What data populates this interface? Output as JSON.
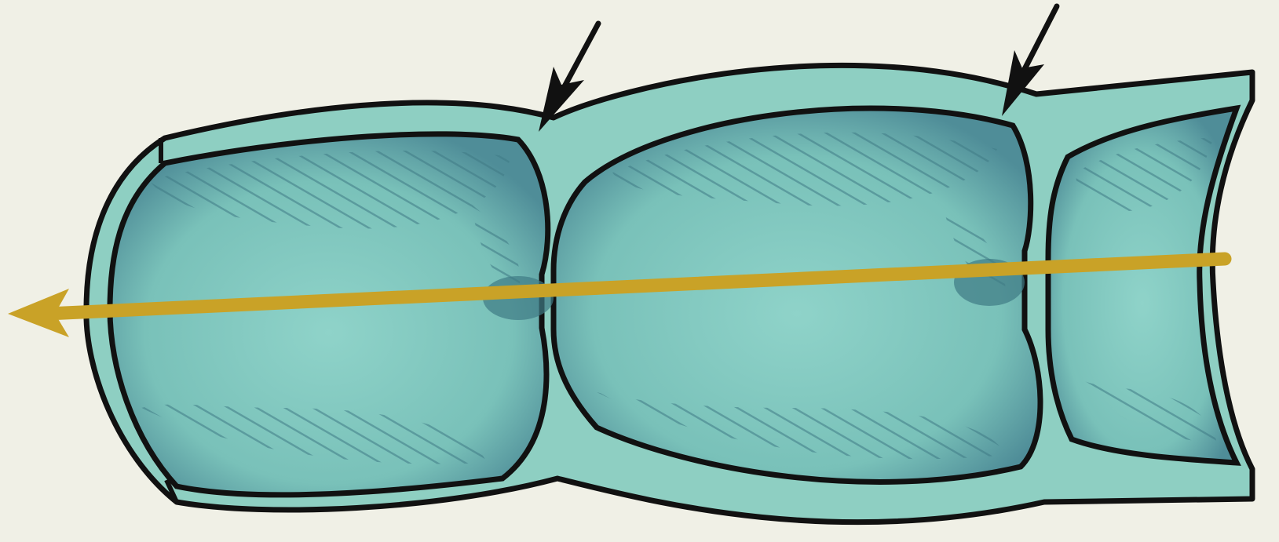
{
  "diagram": {
    "colors": {
      "background": "#f0f0e6",
      "wall": "#8ecfc2",
      "lumen": "#7ec6be",
      "shading": "#3f7a85",
      "outline": "#111111",
      "flow_arrow": "#c9a227"
    },
    "segments": 3,
    "constrictions": 2,
    "markers": [
      {
        "icon": "down-left-arrow-icon",
        "points_to": "constriction-1"
      },
      {
        "icon": "down-left-arrow-icon",
        "points_to": "constriction-2"
      }
    ],
    "flow_direction": "right-to-left"
  }
}
